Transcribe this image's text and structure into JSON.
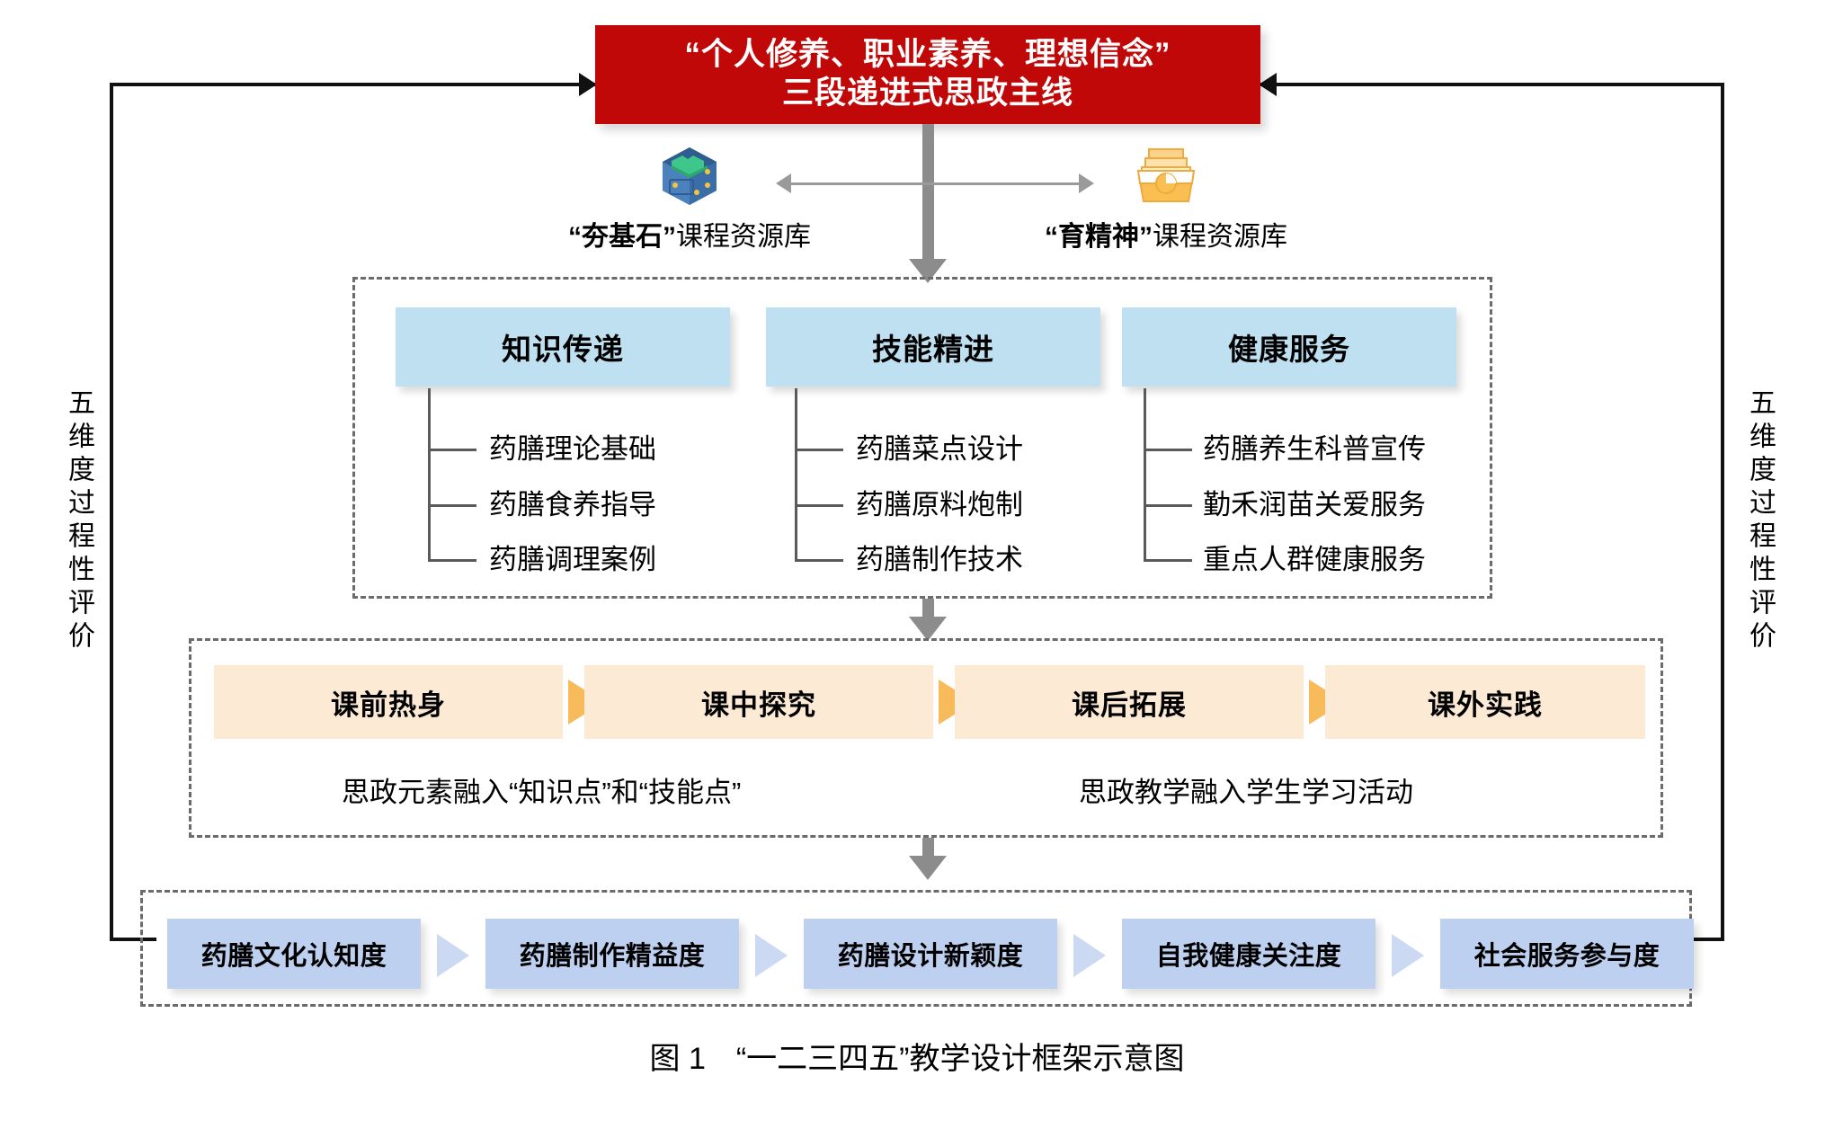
{
  "banner": {
    "line1": "“个人修养、职业素养、理想信念”",
    "line2": "三段递进式思政主线"
  },
  "resources": [
    {
      "icon": "blue-resource-box-icon",
      "emphasis": "“夯基石”",
      "rest": "课程资源库",
      "color": "#3a6ea8"
    },
    {
      "icon": "orange-file-box-icon",
      "emphasis": "“育精神”",
      "rest": "课程资源库",
      "color": "#f2a93b"
    }
  ],
  "modules": [
    {
      "title": "知识传递",
      "items": [
        "药膳理论基础",
        "药膳食养指导",
        "药膳调理案例"
      ]
    },
    {
      "title": "技能精进",
      "items": [
        "药膳菜点设计",
        "药膳原料炮制",
        "药膳制作技术"
      ]
    },
    {
      "title": "健康服务",
      "items": [
        "药膳养生科普宣传",
        "勤禾润苗关爱服务",
        "重点人群健康服务"
      ]
    }
  ],
  "stages": {
    "chips": [
      "课前热身",
      "课中探究",
      "课后拓展",
      "课外实践"
    ],
    "captions": [
      "思政元素融入“知识点”和“技能点”",
      "思政教学融入学生学习活动"
    ]
  },
  "evaluation": {
    "chips": [
      "药膳文化认知度",
      "药膳制作精益度",
      "药膳设计新颖度",
      "自我健康关注度",
      "社会服务参与度"
    ]
  },
  "side_labels": {
    "left": "五维度过程性评价",
    "right": "五维度过程性评价"
  },
  "caption": "图 1　“一二三四五”教学设计框架示意图",
  "colors": {
    "banner_red": "#c00808",
    "module_blue": "#bfe0f0",
    "stage_orange": "#fcead4",
    "stage_chevron": "#f7bb5c",
    "eval_blue": "#bed0ef",
    "eval_chevron": "#ccd9f2",
    "connector_gray": "#8c8c8c",
    "frame_black": "#111111"
  }
}
